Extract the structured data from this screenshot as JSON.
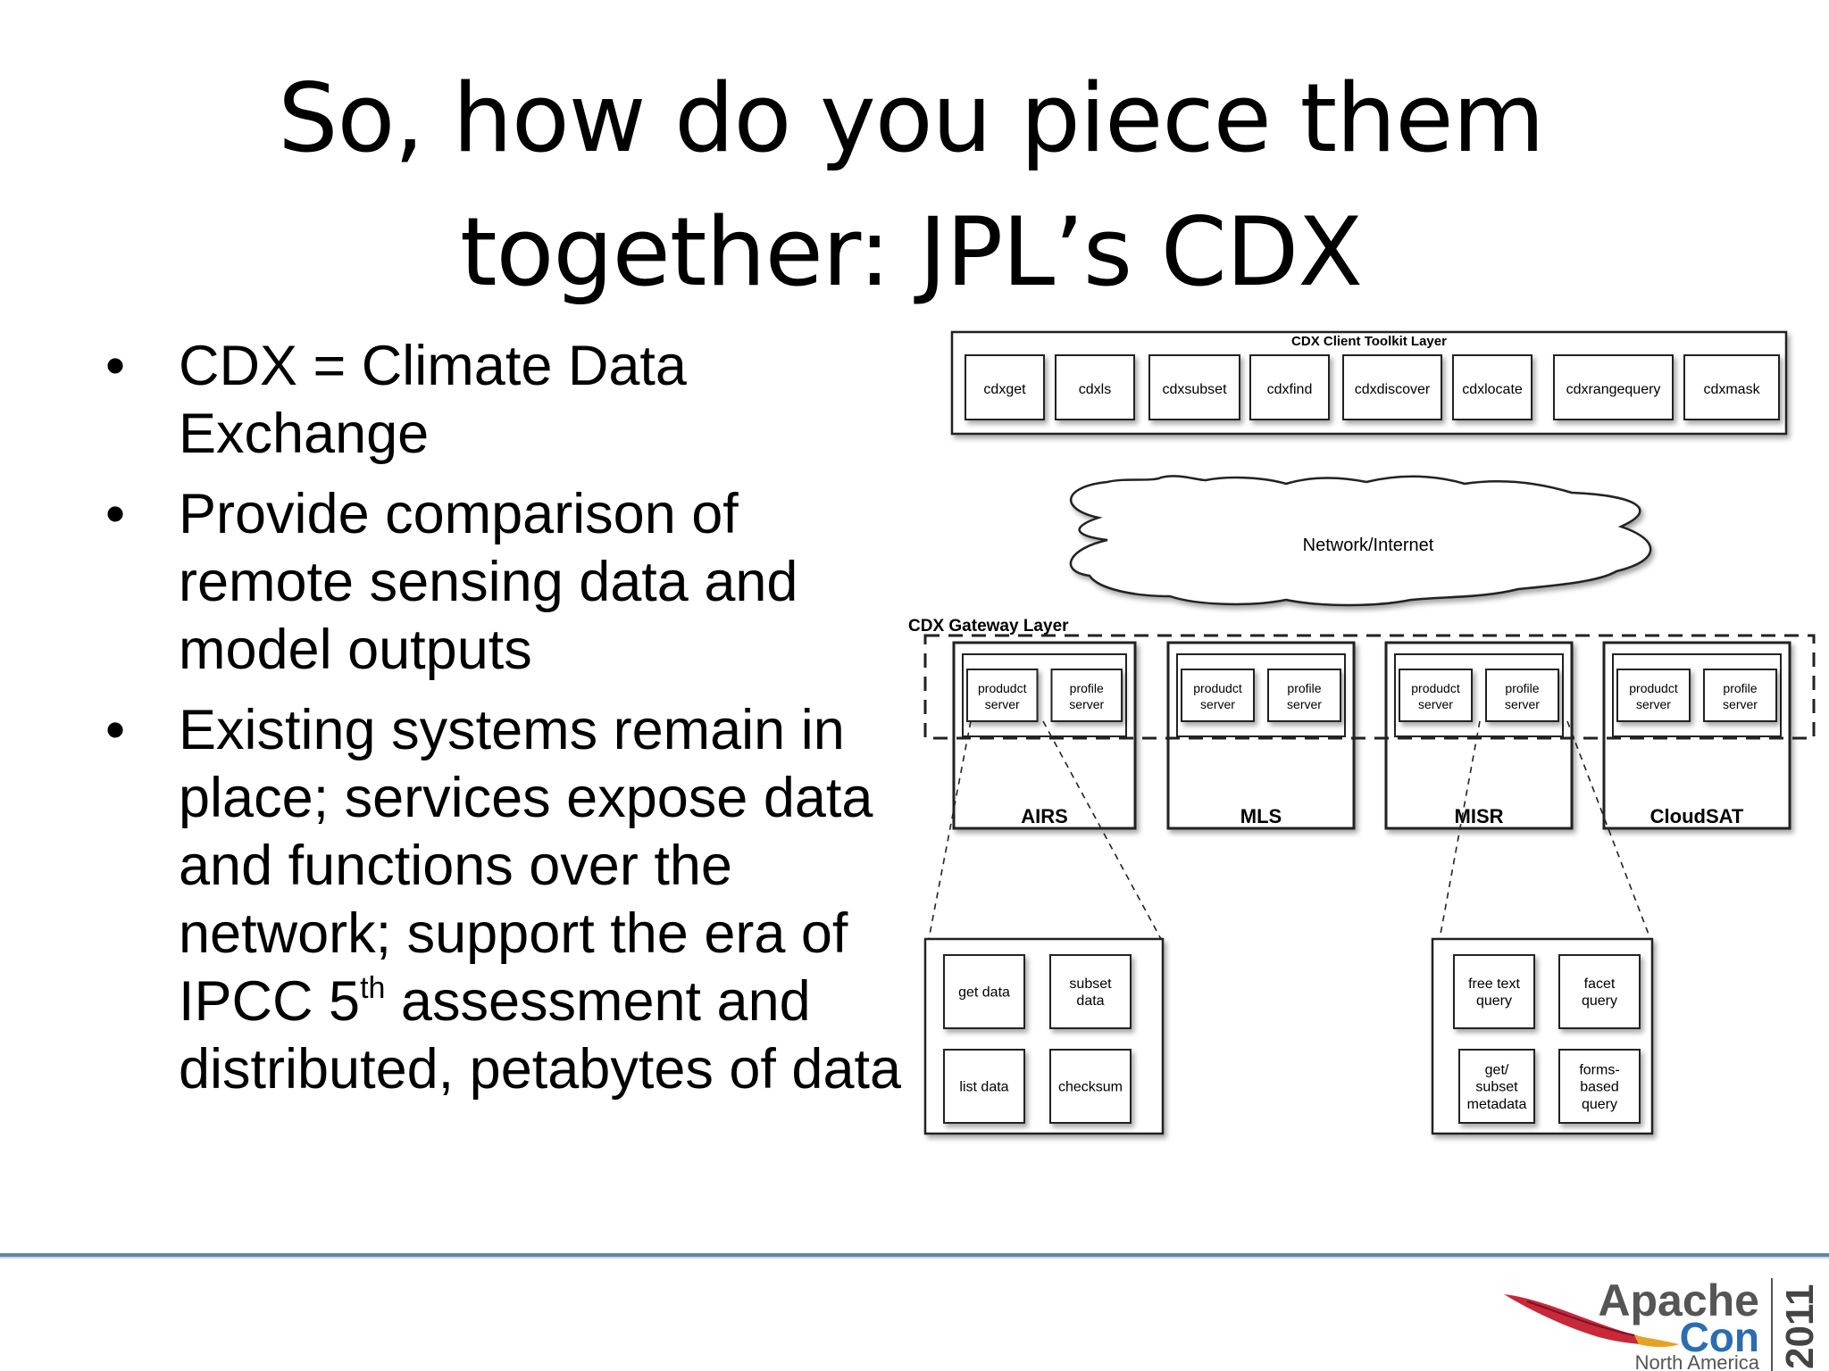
{
  "slide": {
    "title_line1": "So, how do you piece them",
    "title_line2": "together: JPL’s CDX",
    "bullets": [
      {
        "text": "CDX = Climate Data Exchange"
      },
      {
        "text": "Provide comparison of remote sensing data and model outputs"
      },
      {
        "text_before": "Existing systems remain in place; services expose data and functions over the network; support the era of IPCC 5",
        "sup": "th",
        "text_after": " assessment and distributed, petabytes of data"
      }
    ]
  },
  "diagram": {
    "client_layer_title": "CDX Client Toolkit Layer",
    "client_tools": [
      "cdxget",
      "cdxls",
      "cdxsubset",
      "cdxfind",
      "cdxdiscover",
      "cdxlocate",
      "cdxrangequery",
      "cdxmask"
    ],
    "network_label": "Network/Internet",
    "gateway_layer_title": "CDX Gateway Layer",
    "server_label_1": "produdct",
    "server_label_2": "server",
    "profile_label_1": "profile",
    "profile_label_2": "server",
    "systems": [
      "AIRS",
      "MLS",
      "MISR",
      "CloudSAT"
    ],
    "product_services": [
      "get data",
      "subset data",
      "list data",
      "checksum"
    ],
    "profile_services": [
      "free text query",
      "facet query",
      "get/ subset metadata",
      "forms- based query"
    ]
  },
  "logo": {
    "line1": "Apache",
    "line2": "Con",
    "line3": "North America",
    "year": "2011"
  }
}
